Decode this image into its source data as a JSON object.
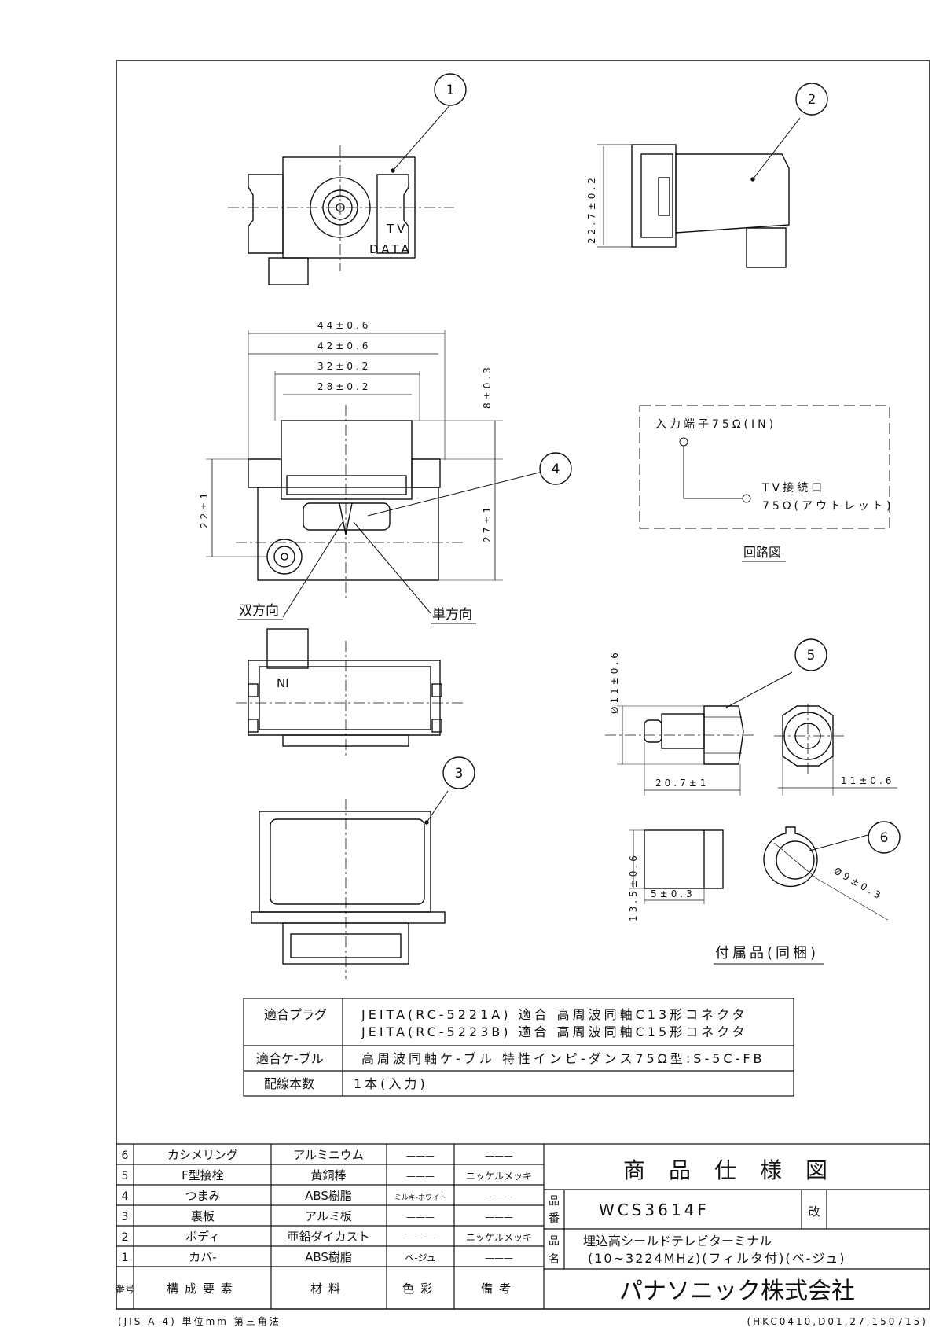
{
  "callouts": [
    "1",
    "2",
    "3",
    "4",
    "5",
    "6"
  ],
  "front_view": {
    "tv_label": "TV",
    "data_label": "DATA"
  },
  "side_view": {
    "height_dim": "22.7±0.2"
  },
  "top_view": {
    "dims": [
      "44±0.6",
      "42±0.6",
      "32±0.2",
      "28±0.2",
      "8±0.3",
      "22±1",
      "27±1"
    ],
    "bidirectional": "双方向",
    "unidirectional": "単方向"
  },
  "bottom_view": {
    "ni_label": "NI"
  },
  "circuit": {
    "input_terminal": "入力端子75Ω(IN)",
    "tv_port": "TV接続口",
    "outlet": "75Ω(アウトレット)",
    "caption": "回路図"
  },
  "accessories": {
    "dims_fitting": [
      "Ø11±0.6",
      "20.7±1",
      "11±0.6"
    ],
    "dims_ring": [
      "13.5±0.6",
      "5±0.3",
      "Ø9±0.3"
    ],
    "caption": "付属品(同梱)"
  },
  "spec_table": {
    "rows": [
      {
        "label": "適合プラグ",
        "values": [
          "JEITA(RC-5221A) 適合 高周波同軸C13形コネクタ",
          "JEITA(RC-5223B) 適合 高周波同軸C15形コネクタ"
        ]
      },
      {
        "label": "適合ケ-ブル",
        "values": [
          "高周波同軸ケ-ブル 特性インピ-ダンス75Ω型:S-5C-FB"
        ]
      },
      {
        "label": "配線本数",
        "values": [
          "1本(入力)"
        ]
      }
    ]
  },
  "parts_list": {
    "headers": [
      "番号",
      "構成要素",
      "材料",
      "色彩",
      "備考"
    ],
    "rows": [
      [
        "6",
        "カシメリング",
        "アルミニウム",
        "———",
        "———"
      ],
      [
        "5",
        "F型接栓",
        "黄銅棒",
        "———",
        "ニッケルメッキ"
      ],
      [
        "4",
        "つまみ",
        "ABS樹脂",
        "ミルキ-ホワイト",
        "———"
      ],
      [
        "3",
        "裏板",
        "アルミ板",
        "———",
        "———"
      ],
      [
        "2",
        "ボディ",
        "亜鉛ダイカスト",
        "———",
        "ニッケルメッキ"
      ],
      [
        "1",
        "カバ-",
        "ABS樹脂",
        "ベ-ジュ",
        "———"
      ]
    ]
  },
  "title_block": {
    "title": "商品仕様図",
    "number_label_1": "品",
    "number_label_2": "番",
    "product_number": "WCS3614F",
    "revision_label": "改",
    "name_label_1": "品",
    "name_label_2": "名",
    "product_name_1": "埋込高シールドテレビターミナル",
    "product_name_2": "(10~3224MHz)(フィルタ付)(ベ-ジュ)",
    "company": "パナソニック株式会社"
  },
  "footer": {
    "standard": "(JIS A-4) 単位mm 第三角法",
    "doc_code": "(HKC0410,D01,27,150715)"
  }
}
